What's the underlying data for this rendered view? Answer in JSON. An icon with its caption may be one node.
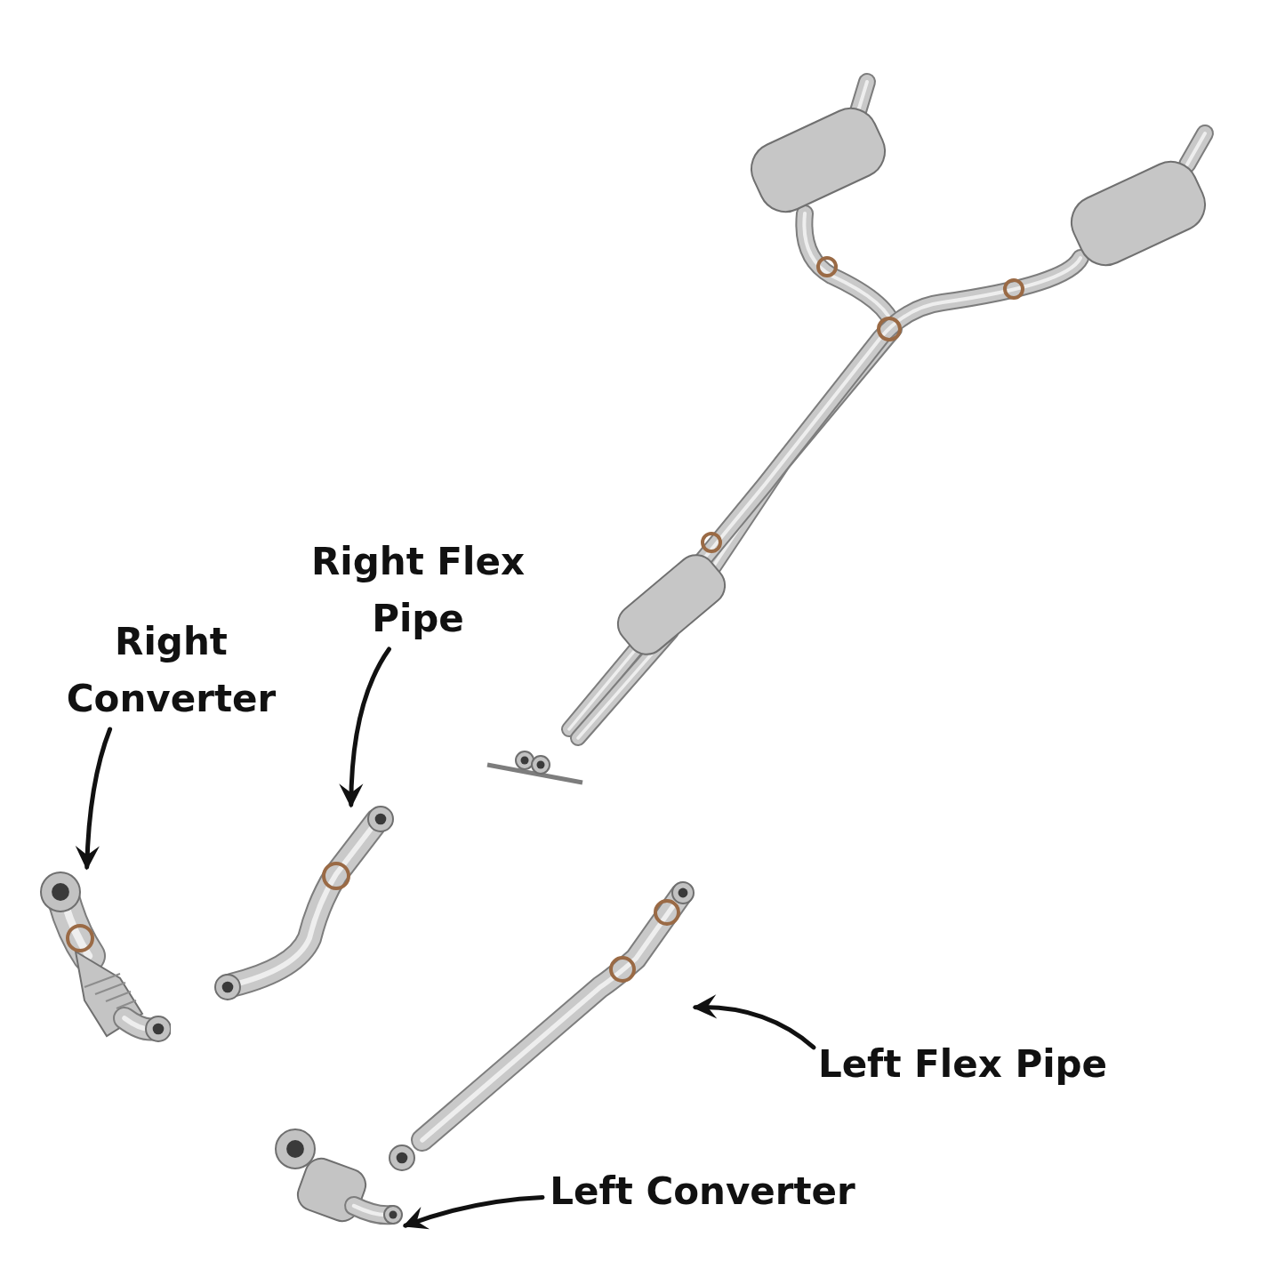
{
  "diagram": {
    "nodes": [
      {
        "text": [
          "Right Flex Pipe"
        ]
      },
      {
        "text": [
          "Right Converter"
        ]
      },
      {
        "text": [
          "Left Flex Pipe"
        ]
      },
      {
        "text": [
          "Left Converter"
        ]
      },
      {
        "text": [],
        "shape": "picture"
      },
      {
        "text": [],
        "shape": "picture"
      },
      {
        "text": [],
        "shape": "picture"
      },
      {
        "text": [],
        "shape": "picture"
      }
    ],
    "edges": [
      {
        "from": 0,
        "to": 5,
        "arrow": "to"
      },
      {
        "from": 1,
        "to": 4,
        "arrow": "to"
      },
      {
        "from": 2,
        "to": 6,
        "arrow": "to"
      },
      {
        "from": 3,
        "to": 7,
        "arrow": "to"
      }
    ]
  }
}
